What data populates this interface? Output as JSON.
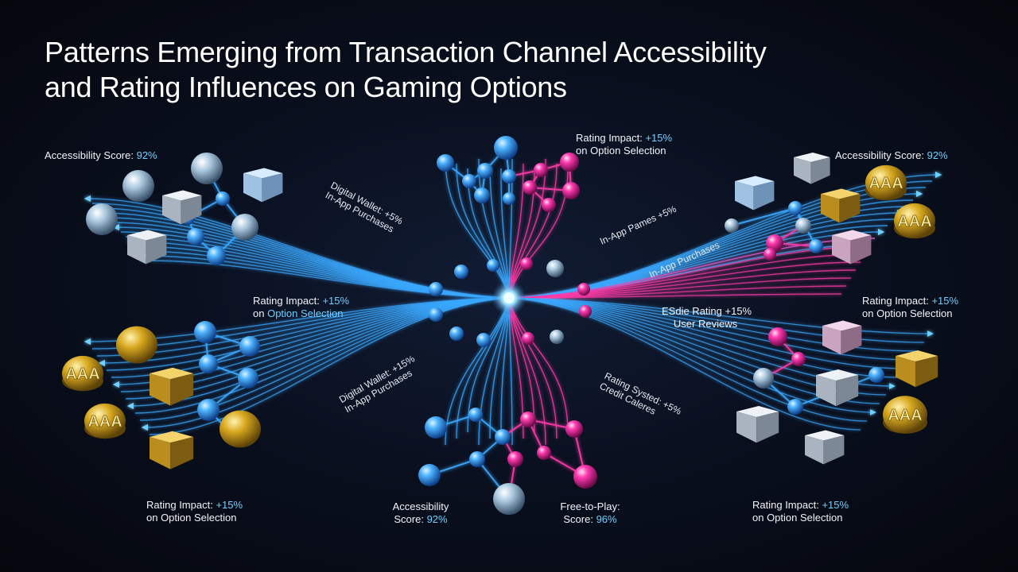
{
  "title": {
    "line1": "Patterns Emerging from Transaction Channel Accessibility",
    "line2": "and Rating Influences on Gaming Options"
  },
  "labels": {
    "top_left": {
      "prefix": "Accessibility Score: ",
      "value": "92%"
    },
    "top_center": {
      "line1_prefix": "Rating Impact: ",
      "line1_value": "+15%",
      "line2": "on Option Selection"
    },
    "top_right": {
      "prefix": "Accessibility Score: ",
      "value": "92%"
    },
    "mid_left": {
      "line1_prefix": "Rating Impact: ",
      "line1_value": "+15%",
      "line2_prefix": "on ",
      "line2_value": "Option Selection"
    },
    "mid_right": {
      "line1_prefix": "Rating Impact: ",
      "line1_value": "+15%",
      "line2": "on Option Selection"
    },
    "bottom_left": {
      "line1_prefix": "Rating Impact: ",
      "line1_value": "+15%",
      "line2": "on Option Selection"
    },
    "bottom_center_left": {
      "line1": "Accessibility",
      "line2_prefix": "Score: ",
      "line2_value": "92%"
    },
    "bottom_center_right": {
      "line1": "Free-to-Play:",
      "line2_prefix": "Score: ",
      "line2_value": "96%"
    },
    "bottom_right": {
      "line1_prefix": "Rating Impact: ",
      "line1_value": "+15%",
      "line2": "on Option Selection"
    }
  },
  "flow_labels": {
    "upper_left": {
      "line1": "Digital Wallet: +5%",
      "line2": "In-App Purchases"
    },
    "lower_left": {
      "line1": "Digital Wallet: +15%",
      "line2": "In-App Purchases"
    },
    "upper_right_1": {
      "line1": "In-App Pames +5%"
    },
    "upper_right_2": {
      "line1": "In-App Purchases"
    },
    "center_right": {
      "line1": "ESdie Rating +15%",
      "line2": "User Reviews"
    },
    "lower_right": {
      "line1": "Rating Systed: +5%",
      "line2": "Credit Caleres"
    }
  },
  "badges": {
    "aaa": "AAA"
  },
  "colors": {
    "blue": "#3aa8ff",
    "magenta": "#ff3aa8",
    "highlight": "#6fd0ff",
    "gold": "#c9a227",
    "silver": "#cfd6e0"
  }
}
